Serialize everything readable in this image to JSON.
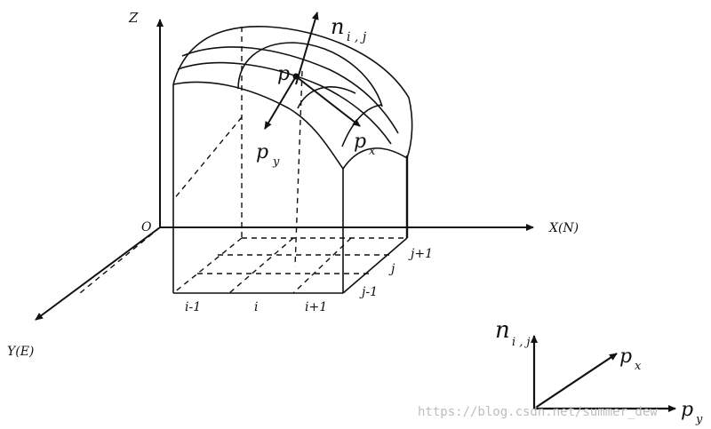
{
  "labels": {
    "z_axis": "Z",
    "x_axis": "X(N)",
    "y_axis": "Y(E)",
    "origin": "O",
    "normal": "n",
    "normal_sub": "i , j",
    "p": "p",
    "py": "p",
    "py_sub": "y",
    "px": "p",
    "px_sub": "x",
    "i_minus": "i-1",
    "i": "i",
    "i_plus": "i+1",
    "j_minus": "j-1",
    "j": "j",
    "j_plus": "j+1"
  },
  "inset": {
    "normal": "n",
    "normal_sub": "i , j",
    "px": "p",
    "px_sub": "x",
    "py": "p",
    "py_sub": "y"
  },
  "watermark": "https://blog.csdn.net/summer_dew",
  "colors": {
    "ink": "#111111",
    "watermark": "#bdbdbd"
  }
}
